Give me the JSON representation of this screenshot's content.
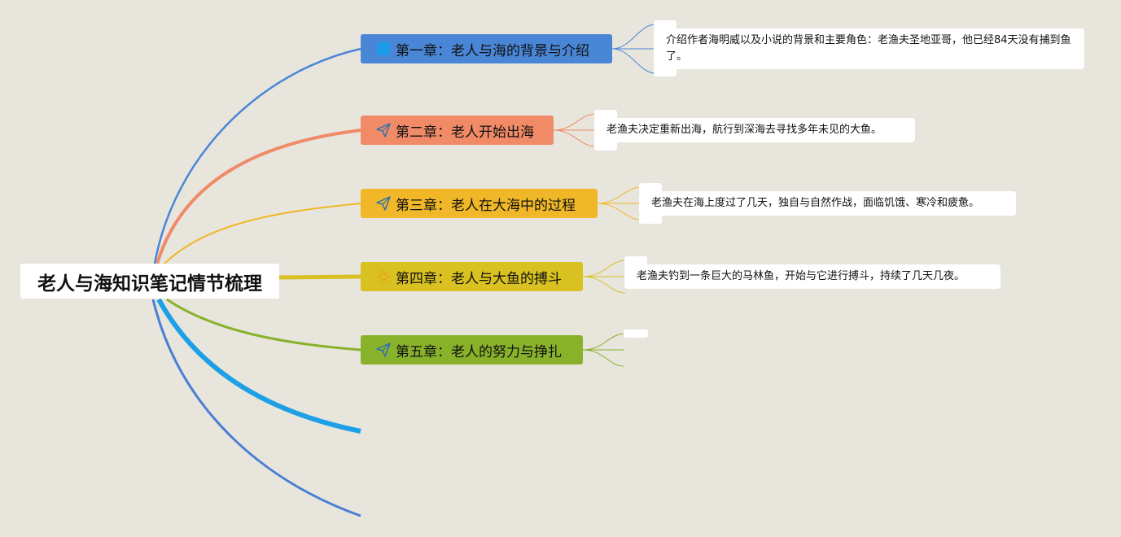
{
  "root": {
    "title": "老人与海知识笔记情节梳理"
  },
  "chapters": [
    {
      "label": "第一章：老人与海的背景与介绍",
      "icon": "blue-square-icon",
      "color": "#4a86d6",
      "note": "介绍作者海明威以及小说的背景和主要角色：老渔夫圣地亚哥，他已经84天没有捕到鱼了。"
    },
    {
      "label": "第二章：老人开始出海",
      "icon": "paper-plane-icon",
      "color": "#f08a67",
      "note": "老渔夫决定重新出海，航行到深海去寻找多年未见的大鱼。"
    },
    {
      "label": "第三章：老人在大海中的过程",
      "icon": "paper-plane-icon",
      "color": "#f0b828",
      "note": "老渔夫在海上度过了几天，独自与自然作战，面临饥饿、寒冷和疲惫。"
    },
    {
      "label": "第四章：老人与大鱼的搏斗",
      "icon": "sun-icon",
      "color": "#d8c121",
      "note": "老渔夫钓到一条巨大的马林鱼，开始与它进行搏斗，持续了几天几夜。"
    },
    {
      "label": "第五章：老人的努力与挣扎",
      "icon": "paper-plane-icon",
      "color": "#88b22a",
      "note": ""
    }
  ],
  "extra_branch_colors": [
    "#1ea0e6",
    "#4a7fd4"
  ]
}
